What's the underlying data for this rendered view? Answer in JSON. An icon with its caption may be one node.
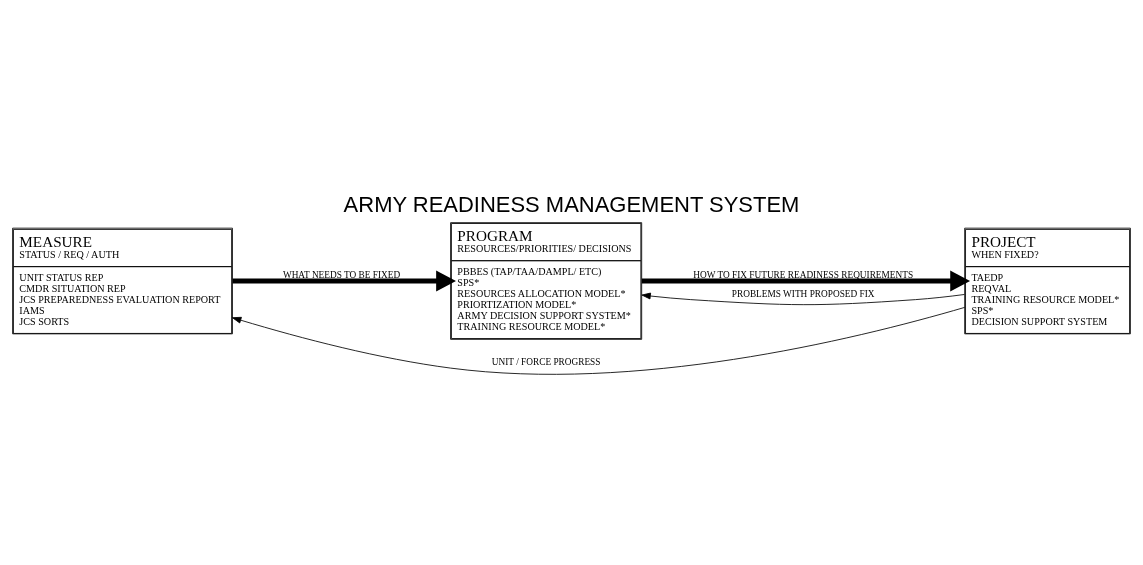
{
  "diagram": {
    "title": "ARMY READINESS MANAGEMENT SYSTEM",
    "nodes": [
      {
        "text": [
          "MEASURE",
          "STATUS / REQ / AUTH",
          "UNIT STATUS REP",
          "CMDR SITUATION REP",
          "JCS PREPAREDNESS EVALUATION REPORT",
          "IAMS",
          "JCS SORTS"
        ]
      },
      {
        "text": [
          "PROGRAM",
          "RESOURCES/PRIORITIES/ DECISIONS",
          "PBBES (TAP/TAA/DAMPL/ ETC)",
          "SPS*",
          "RESOURCES ALLOCATION MODEL*",
          "PRIORTIZATION MODEL*",
          "ARMY DECISION SUPPORT SYSTEM*",
          "TRAINING RESOURCE MODEL*"
        ]
      },
      {
        "text": [
          "PROJECT",
          "WHEN FIXED?",
          "TAEDP",
          "REQVAL",
          "TRAINING RESOURCE MODEL*",
          "SPS*",
          "DECISION SUPPORT SYSTEM"
        ]
      }
    ],
    "edges": [
      {
        "from": 0,
        "to": 1,
        "arrow": "to",
        "label": "WHAT NEEDS TO BE FIXED",
        "style": "thick"
      },
      {
        "from": 1,
        "to": 2,
        "arrow": "to",
        "label": "HOW TO FIX FUTURE READINESS REQUIREMENTS",
        "style": "thick"
      },
      {
        "from": 2,
        "to": 1,
        "arrow": "to",
        "label": "PROBLEMS WITH PROPOSED FIX"
      },
      {
        "from": 2,
        "to": 0,
        "arrow": "to",
        "label": "UNIT / FORCE PROGRESS"
      }
    ]
  }
}
